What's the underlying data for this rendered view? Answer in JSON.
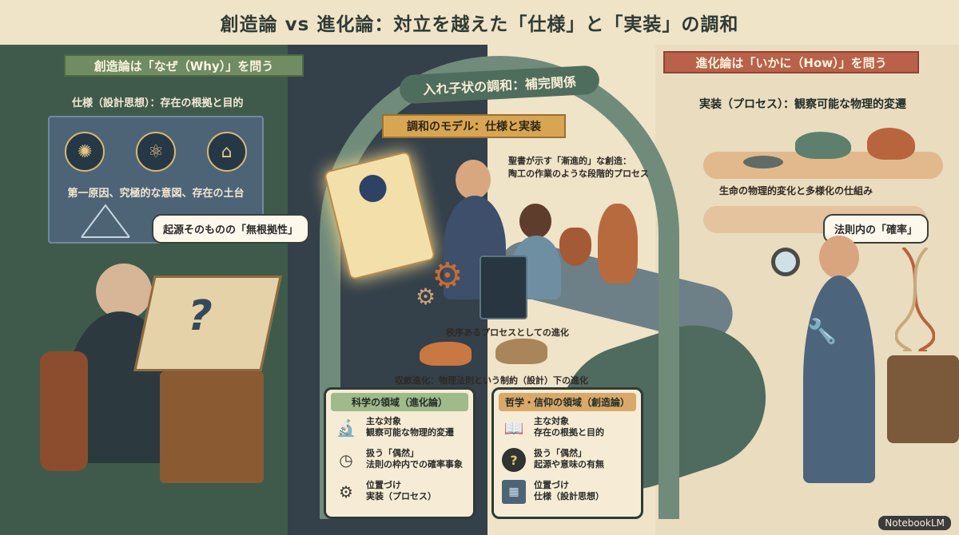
{
  "title": "創造論 vs 進化論：対立を越えた「仕様」と「実装」の調和",
  "left": {
    "banner": "創造論は「なぜ（Why）」を問う",
    "caption": "仕様（設計思想）：存在の根拠と目的",
    "blueprint_text": "第一原因、究極的な意図、存在の土台",
    "bubble": "起源そのものの「無根拠性」",
    "icons": [
      "galaxy-icon",
      "atom-icon",
      "temple-icon"
    ]
  },
  "center": {
    "arch_label": "入れ子状の調和：補完関係",
    "model_banner": "調和のモデル：仕様と実装",
    "scripture_note": "聖書が示す「漸進的」な創造：\n陶工の作業のような段階的プロセス",
    "process_note": "秩序あるプロセスとしての進化",
    "convergent_note": "収斂進化：物理法則という制約（設計）下の進化"
  },
  "right": {
    "banner": "進化論は「いかに（How）」を問う",
    "caption": "実装（プロセス）：観察可能な物理的変遷",
    "change_note": "生命の物理的変化と多様化の仕組み",
    "probability_bubble": "法則内の「確率」"
  },
  "science_box": {
    "header": "科学の領域（進化論）",
    "rows": [
      {
        "label": "主な対象",
        "value": "観察可能な物理的変遷",
        "icon": "microscope-icon"
      },
      {
        "label": "扱う「偶然」",
        "value": "法則の枠内での確率事象",
        "icon": "clock-icon"
      },
      {
        "label": "位置づけ",
        "value": "実装（プロセス）",
        "icon": "gear-icon"
      }
    ]
  },
  "philosophy_box": {
    "header": "哲学・信仰の領域（創造論）",
    "rows": [
      {
        "label": "主な対象",
        "value": "存在の根拠と目的",
        "icon": "book-icon"
      },
      {
        "label": "扱う「偶然」",
        "value": "起源や意味の有無",
        "icon": "question-icon"
      },
      {
        "label": "位置づけ",
        "value": "仕様（設計思想）",
        "icon": "blueprint-icon"
      }
    ]
  },
  "watermark": "NotebookLM"
}
